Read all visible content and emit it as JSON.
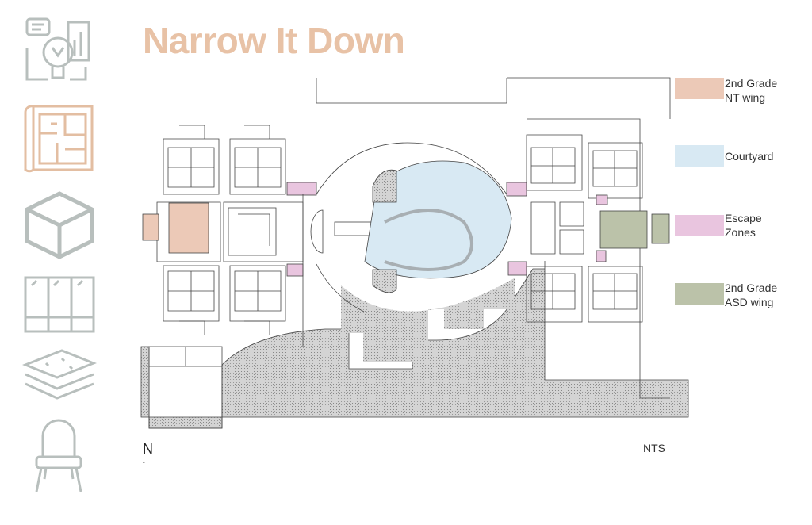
{
  "title": "Narrow It Down",
  "sidebar": {
    "icons": [
      "idea-board-icon",
      "floor-plan-icon",
      "box-icon",
      "window-icon",
      "layers-icon",
      "chair-icon"
    ],
    "active": "floor-plan-icon",
    "active_color": "#e3bea2",
    "inactive_color": "#b8bfbd"
  },
  "legend": [
    {
      "label_1": "2nd Grade",
      "label_2": "NT wing",
      "color": "#ecc9b7"
    },
    {
      "label_1": "Courtyard",
      "label_2": "",
      "color": "#d8e9f3"
    },
    {
      "label_1": "Escape",
      "label_2": "Zones",
      "color": "#e9c5df"
    },
    {
      "label_1": "2nd Grade",
      "label_2": "ASD wing",
      "color": "#bbc2a9"
    }
  ],
  "north_label": "N",
  "scale_label": "NTS"
}
